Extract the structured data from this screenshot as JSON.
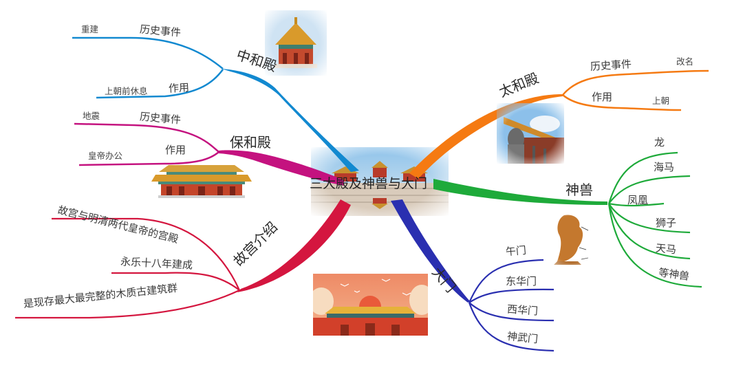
{
  "center": {
    "title": "三大殿及神兽与大门"
  },
  "colors": {
    "zhonghe": "#1289d0",
    "baohe": "#c4127f",
    "gugong": "#d4163f",
    "taihe": "#f57a12",
    "shenshou": "#1eaa3a",
    "damen": "#2a2fb0"
  },
  "branches": {
    "zhonghe": {
      "label": "中和殿",
      "children": [
        {
          "label": "历史事件",
          "leaf": "重建"
        },
        {
          "label": "作用",
          "leaf": "上朝前休息"
        }
      ]
    },
    "baohe": {
      "label": "保和殿",
      "children": [
        {
          "label": "历史事件",
          "leaf": "地震"
        },
        {
          "label": "作用",
          "leaf": "皇帝办公"
        }
      ]
    },
    "gugong": {
      "label": "故宫介绍",
      "children": [
        {
          "label": "故宫与明清两代皇帝的宫殿"
        },
        {
          "label": "永乐十八年建成"
        },
        {
          "label": "是现存最大最完整的木质古建筑群"
        }
      ]
    },
    "taihe": {
      "label": "太和殿",
      "children": [
        {
          "label": "历史事件",
          "leaf": "改名"
        },
        {
          "label": "作用",
          "leaf": "上朝"
        }
      ]
    },
    "shenshou": {
      "label": "神兽",
      "children": [
        {
          "label": "龙"
        },
        {
          "label": "海马"
        },
        {
          "label": "凤凰"
        },
        {
          "label": "狮子"
        },
        {
          "label": "天马"
        },
        {
          "label": "等神兽"
        }
      ]
    },
    "damen": {
      "label": "大门",
      "children": [
        {
          "label": "午门"
        },
        {
          "label": "东华门"
        },
        {
          "label": "西华门"
        },
        {
          "label": "神武门"
        }
      ]
    }
  },
  "images": [
    {
      "name": "zhonghe-hall-image",
      "caption": ""
    },
    {
      "name": "baohe-hall-image",
      "caption": ""
    },
    {
      "name": "taihe-hall-image",
      "caption": ""
    },
    {
      "name": "divine-beast-statue-image",
      "caption": ""
    },
    {
      "name": "forbidden-city-illustration-image",
      "caption": ""
    },
    {
      "name": "center-palace-image",
      "caption": ""
    }
  ]
}
